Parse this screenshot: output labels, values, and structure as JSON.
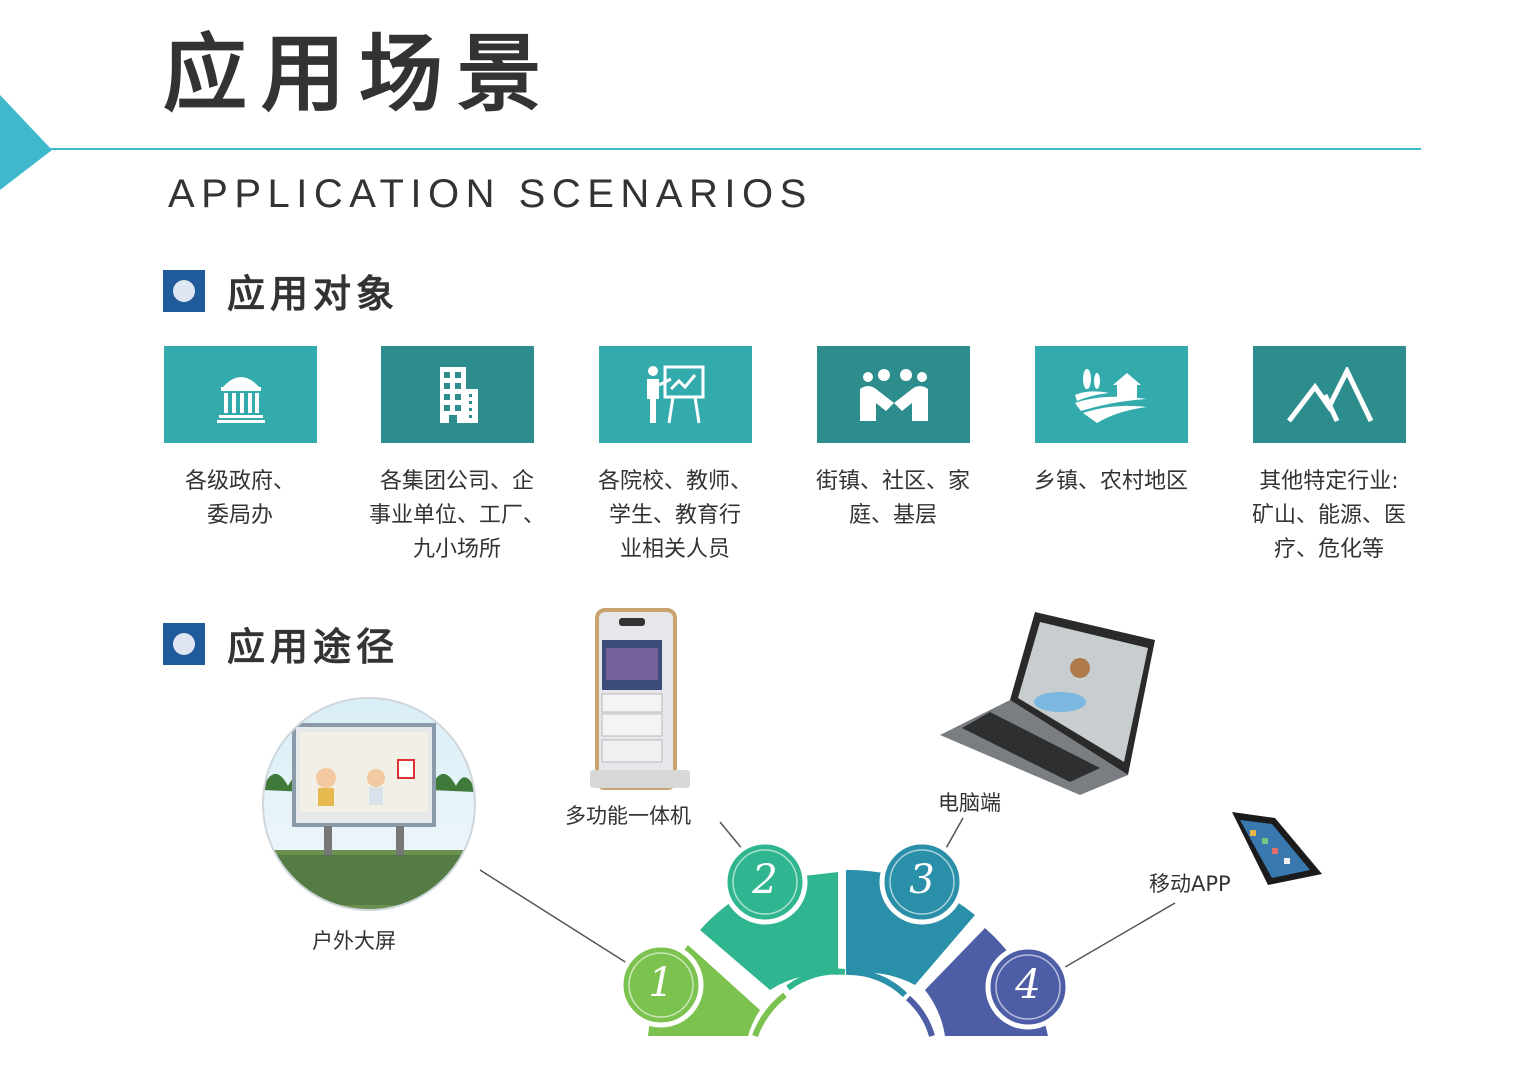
{
  "header": {
    "title": "应用场景",
    "subtitle": "APPLICATION SCENARIOS"
  },
  "sections": {
    "targets_heading": "应用对象",
    "routes_heading": "应用途径"
  },
  "targets": [
    {
      "icon": "government-building-icon",
      "lines": [
        "各级政府、",
        "委局办"
      ],
      "color": "#33abac"
    },
    {
      "icon": "office-tower-icon",
      "lines": [
        "各集团公司、企",
        "事业单位、工厂、",
        "九小场所"
      ],
      "color": "#2d8c8c"
    },
    {
      "icon": "teacher-board-icon",
      "lines": [
        "各院校、教师、",
        "学生、教育行",
        "业相关人员"
      ],
      "color": "#33abac"
    },
    {
      "icon": "community-people-icon",
      "lines": [
        "街镇、社区、家",
        "庭、基层"
      ],
      "color": "#2d8c8c"
    },
    {
      "icon": "village-house-icon",
      "lines": [
        "乡镇、农村地区"
      ],
      "color": "#33abac"
    },
    {
      "icon": "mountain-icon",
      "lines": [
        "其他特定行业:",
        "矿山、能源、医",
        "疗、危化等"
      ],
      "color": "#2d8c8c"
    }
  ],
  "routes": [
    {
      "num": "1",
      "label": "户外大屏",
      "color": "#7cc24e"
    },
    {
      "num": "2",
      "label": "多功能一体机",
      "color": "#2fb58f"
    },
    {
      "num": "3",
      "label": "电脑端",
      "color": "#2a8fa8"
    },
    {
      "num": "4",
      "label": "移动APP",
      "color": "#4e5ea6"
    }
  ],
  "colors": {
    "accent_line": "#3fb8cc",
    "bullet": "#1f5a9a"
  }
}
